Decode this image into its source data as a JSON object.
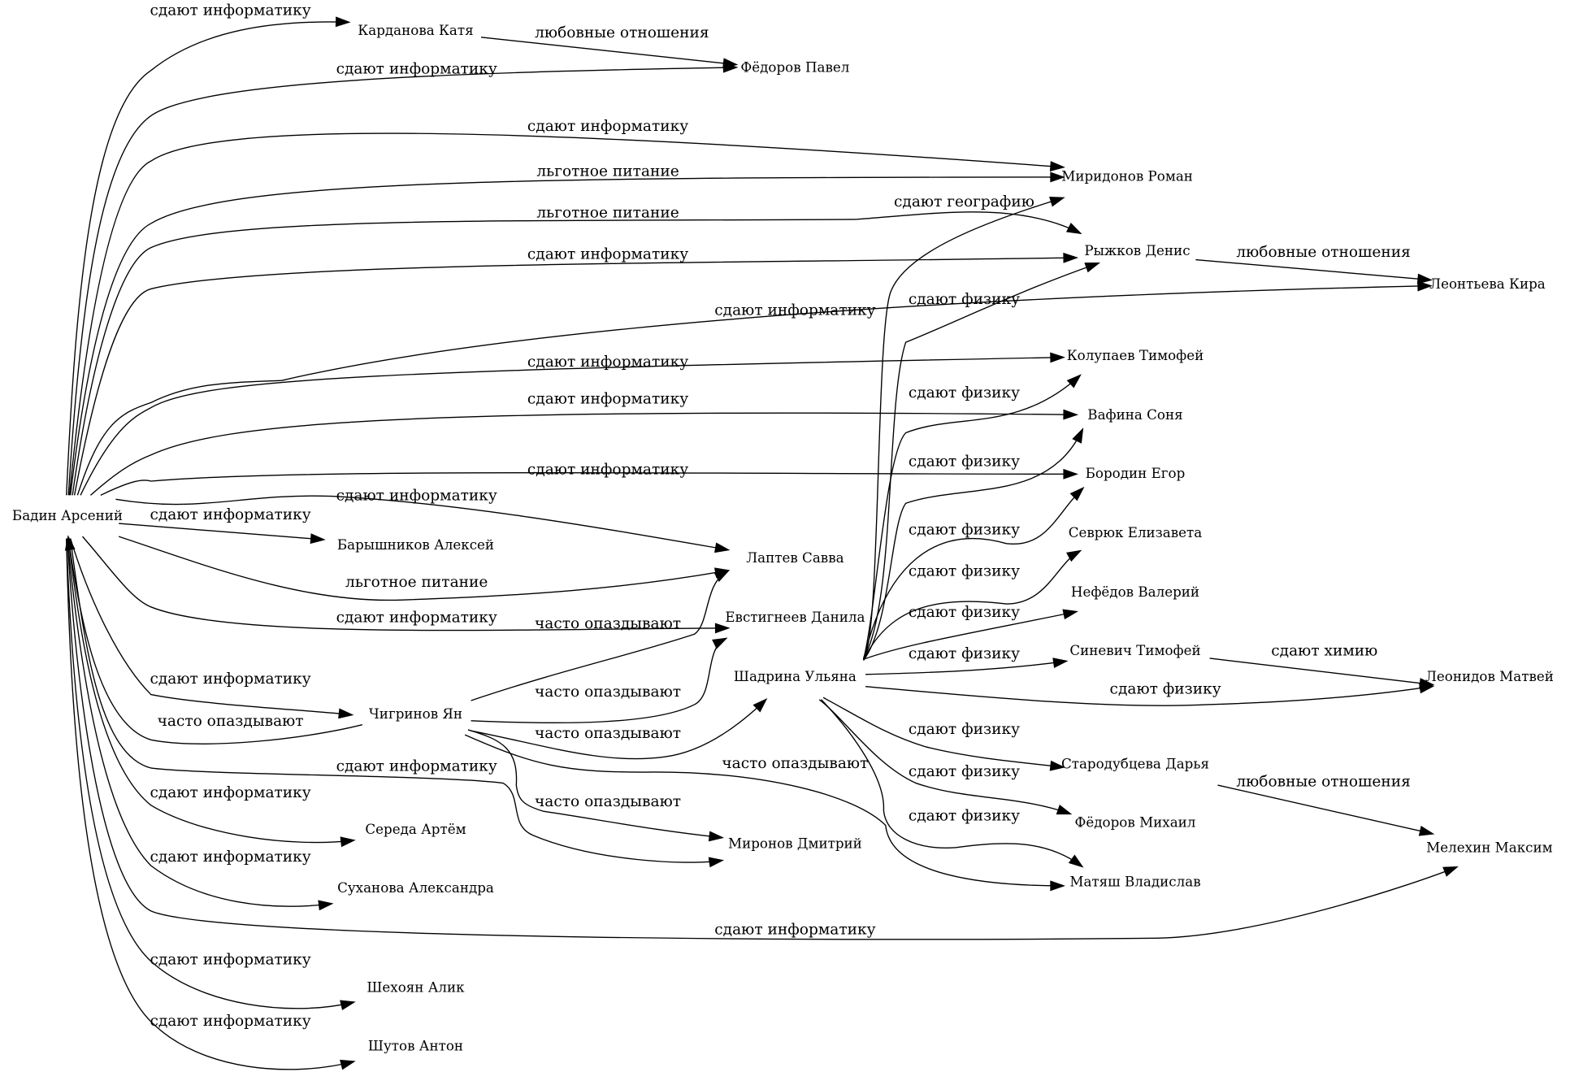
{
  "diagram": {
    "type": "directed-graph",
    "background": "#ffffff",
    "nodes": [
      {
        "id": "badin",
        "label": "Бадин Арсений"
      },
      {
        "id": "kardanova",
        "label": "Карданова Катя"
      },
      {
        "id": "fedorov_p",
        "label": "Фёдоров Павел"
      },
      {
        "id": "miridonov",
        "label": "Миридонов Роман"
      },
      {
        "id": "ryzhkov",
        "label": "Рыжков Денис"
      },
      {
        "id": "leontieva",
        "label": "Леонтьева Кира"
      },
      {
        "id": "kolupaev",
        "label": "Колупаев Тимофей"
      },
      {
        "id": "vafina",
        "label": "Вафина Соня"
      },
      {
        "id": "borodin",
        "label": "Бородин Егор"
      },
      {
        "id": "sevryuk",
        "label": "Севрюк Елизавета"
      },
      {
        "id": "nefedov",
        "label": "Нефёдов Валерий"
      },
      {
        "id": "sinevich",
        "label": "Синевич Тимофей"
      },
      {
        "id": "leonidov",
        "label": "Леонидов Матвей"
      },
      {
        "id": "starodubtseva",
        "label": "Стародубцева Дарья"
      },
      {
        "id": "fedorov_m",
        "label": "Фёдоров Михаил"
      },
      {
        "id": "matyash",
        "label": "Матяш Владислав"
      },
      {
        "id": "melekhin",
        "label": "Мелехин Максим"
      },
      {
        "id": "baryshnikov",
        "label": "Барышников Алексей"
      },
      {
        "id": "laptev",
        "label": "Лаптев Савва"
      },
      {
        "id": "evstigneev",
        "label": "Евстигнеев Данила"
      },
      {
        "id": "shadrina",
        "label": "Шадрина Ульяна"
      },
      {
        "id": "chigrinov",
        "label": "Чигринов Ян"
      },
      {
        "id": "mironov",
        "label": "Миронов Дмитрий"
      },
      {
        "id": "sereda",
        "label": "Середа Артём"
      },
      {
        "id": "sukhanova",
        "label": "Суханова Александра"
      },
      {
        "id": "shekhoyan",
        "label": "Шехоян Алик"
      },
      {
        "id": "shutov",
        "label": "Шутов Антон"
      }
    ],
    "edges": [
      {
        "from": "badin",
        "to": "kardanova",
        "label": "сдают информатику"
      },
      {
        "from": "kardanova",
        "to": "fedorov_p",
        "label": "любовные отношения"
      },
      {
        "from": "badin",
        "to": "fedorov_p",
        "label": "сдают информатику"
      },
      {
        "from": "badin",
        "to": "miridonov",
        "label": "сдают информатику"
      },
      {
        "from": "badin",
        "to": "miridonov",
        "label": "льготное питание"
      },
      {
        "from": "badin",
        "to": "ryzhkov",
        "label": "льготное питание"
      },
      {
        "from": "badin",
        "to": "ryzhkov",
        "label": "сдают информатику"
      },
      {
        "from": "ryzhkov",
        "to": "leontieva",
        "label": "любовные отношения"
      },
      {
        "from": "badin",
        "to": "leontieva",
        "label": "сдают информатику"
      },
      {
        "from": "badin",
        "to": "kolupaev",
        "label": "сдают информатику"
      },
      {
        "from": "badin",
        "to": "vafina",
        "label": "сдают информатику"
      },
      {
        "from": "badin",
        "to": "borodin",
        "label": "сдают информатику"
      },
      {
        "from": "badin",
        "to": "laptev",
        "label": "сдают информатику"
      },
      {
        "from": "badin",
        "to": "baryshnikov",
        "label": "сдают информатику"
      },
      {
        "from": "badin",
        "to": "laptev",
        "label": "льготное питание"
      },
      {
        "from": "badin",
        "to": "evstigneev",
        "label": "сдают информатику"
      },
      {
        "from": "badin",
        "to": "chigrinov",
        "label": "сдают информатику"
      },
      {
        "from": "chigrinov",
        "to": "badin",
        "label": "часто опаздывают"
      },
      {
        "from": "badin",
        "to": "mironov",
        "label": "сдают информатику"
      },
      {
        "from": "badin",
        "to": "sereda",
        "label": "сдают информатику"
      },
      {
        "from": "badin",
        "to": "sukhanova",
        "label": "сдают информатику"
      },
      {
        "from": "badin",
        "to": "melekhin",
        "label": "сдают информатику"
      },
      {
        "from": "badin",
        "to": "shekhoyan",
        "label": "сдают информатику"
      },
      {
        "from": "badin",
        "to": "shutov",
        "label": "сдают информатику"
      },
      {
        "from": "chigrinov",
        "to": "laptev",
        "label": "часто опаздывают"
      },
      {
        "from": "chigrinov",
        "to": "evstigneev",
        "label": "часто опаздывают"
      },
      {
        "from": "chigrinov",
        "to": "shadrina",
        "label": "часто опаздывают"
      },
      {
        "from": "chigrinov",
        "to": "matyash",
        "label": "часто опаздывают"
      },
      {
        "from": "chigrinov",
        "to": "mironov",
        "label": "часто опаздывают"
      },
      {
        "from": "shadrina",
        "to": "miridonov",
        "label": "сдают географию"
      },
      {
        "from": "shadrina",
        "to": "ryzhkov",
        "label": "сдают физику"
      },
      {
        "from": "shadrina",
        "to": "kolupaev",
        "label": "сдают физику"
      },
      {
        "from": "shadrina",
        "to": "vafina",
        "label": "сдают физику"
      },
      {
        "from": "shadrina",
        "to": "borodin",
        "label": "сдают физику"
      },
      {
        "from": "shadrina",
        "to": "sevryuk",
        "label": "сдают физику"
      },
      {
        "from": "shadrina",
        "to": "nefedov",
        "label": "сдают физику"
      },
      {
        "from": "shadrina",
        "to": "sinevich",
        "label": "сдают физику"
      },
      {
        "from": "sinevich",
        "to": "leonidov",
        "label": "сдают химию"
      },
      {
        "from": "shadrina",
        "to": "leonidov",
        "label": "сдают физику"
      },
      {
        "from": "shadrina",
        "to": "starodubtseva",
        "label": "сдают физику"
      },
      {
        "from": "shadrina",
        "to": "fedorov_m",
        "label": "сдают физику"
      },
      {
        "from": "shadrina",
        "to": "matyash",
        "label": "сдают физику"
      },
      {
        "from": "starodubtseva",
        "to": "melekhin",
        "label": "любовные отношения"
      }
    ]
  }
}
